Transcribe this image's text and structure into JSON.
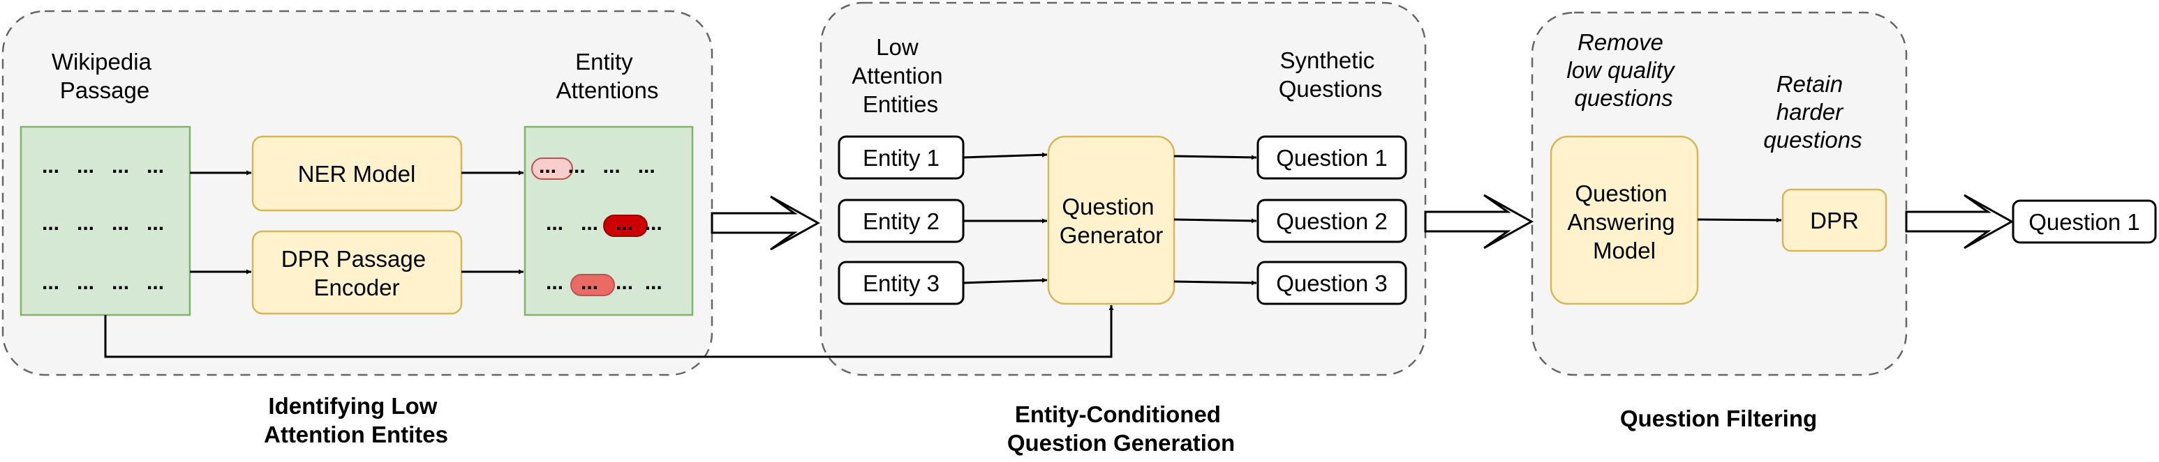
{
  "stage1": {
    "caption_line1": "Identifying Low",
    "caption_line2": "Attention Entites",
    "wiki_title_line1": "Wikipedia",
    "wiki_title_line2": "Passage",
    "attn_title_line1": "Entity",
    "attn_title_line2": "Attentions",
    "ner_model": "NER Model",
    "dpr_encoder_line1": "DPR Passage",
    "dpr_encoder_line2": "Encoder",
    "dots": "..."
  },
  "stage2": {
    "caption_line1": "Entity-Conditioned",
    "caption_line2": "Question Generation",
    "low_attn_line1": "Low",
    "low_attn_line2": "Attention",
    "low_attn_line3": "Entities",
    "synthetic_line1": "Synthetic",
    "synthetic_line2": "Questions",
    "entities": [
      "Entity 1",
      "Entity 2",
      "Entity 3"
    ],
    "generator_line1": "Question",
    "generator_line2": "Generator",
    "questions": [
      "Question 1",
      "Question 2",
      "Question 3"
    ]
  },
  "stage3": {
    "caption": "Question Filtering",
    "remove_line1": "Remove",
    "remove_line2": "low quality",
    "remove_line3": "questions",
    "retain_line1": "Retain",
    "retain_line2": "harder",
    "retain_line3": "questions",
    "qa_line1": "Question",
    "qa_line2": "Answering",
    "qa_line3": "Model",
    "dpr": "DPR"
  },
  "output": {
    "question": "Question 1"
  },
  "colors": {
    "stage_fill": "#f5f5f5",
    "green_fill": "#d5e8d4",
    "green_stroke": "#82b366",
    "yellow_fill": "#fff2cc",
    "yellow_stroke": "#d6b656",
    "light_red": "#f8cecc",
    "medium_red": "#ea6b66",
    "dark_red": "#cc0000"
  }
}
